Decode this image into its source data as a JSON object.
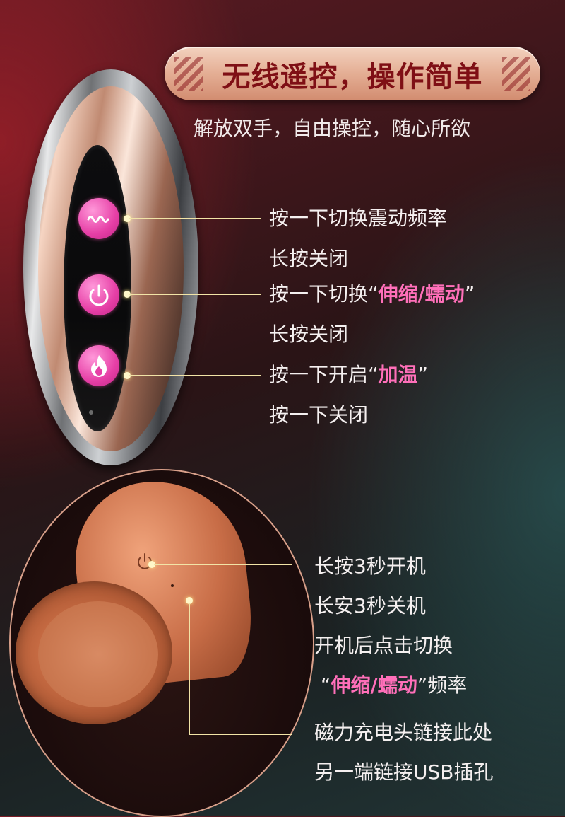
{
  "header": {
    "banner_title": "无线遥控，操作简单",
    "subtitle": "解放双手，自由操控，随心所欲"
  },
  "remote": {
    "buttons": [
      {
        "icon": "wave-icon",
        "line1": "按一下切换震动频率",
        "line2": "长按关闭"
      },
      {
        "icon": "power-icon",
        "line1_prefix": "按一下切换",
        "line1_quote_open": "“",
        "line1_highlight": "伸缩/蠕动",
        "line1_quote_close": "”",
        "line2": "长按关闭"
      },
      {
        "icon": "flame-icon",
        "line1_prefix": "按一下开启",
        "line1_quote_open": "“",
        "line1_highlight": "加温",
        "line1_quote_close": "”",
        "line2": "按一下关闭"
      }
    ]
  },
  "product": {
    "power_notes": {
      "line1": "长按3秒开机",
      "line2": "长安3秒关机",
      "line3": "开机后点击切换",
      "line4_quote_open": "“",
      "line4_highlight": "伸缩/蠕动",
      "line4_quote_close": "”",
      "line4_suffix": "频率"
    },
    "charge_notes": {
      "line1": "磁力充电头链接此处",
      "line2": "另一端链接USB插孔"
    }
  },
  "colors": {
    "highlight": "#ff6fb9",
    "banner_text": "#7f0f15",
    "button_pink": "#e63fa6",
    "leader_line": "#f2e4a7"
  }
}
